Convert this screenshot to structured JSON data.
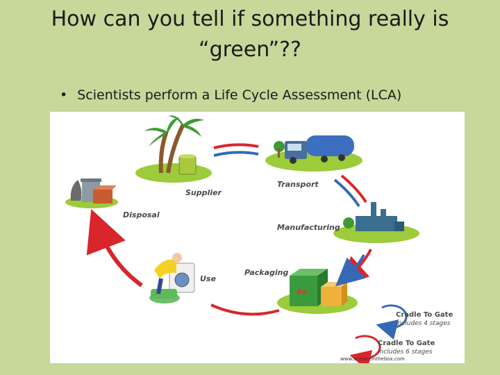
{
  "slide": {
    "title_line1": "How can you tell if something really is",
    "title_line2": "“green”??",
    "bullet": "Scientists perform a Life Cycle Assessment (LCA)",
    "bullet_symbol": "•"
  },
  "diagram": {
    "stages": {
      "supplier": "Supplier",
      "transport": "Transport",
      "manufacturing": "Manufacturing",
      "packaging": "Packaging",
      "use": "Use",
      "disposal": "Disposal"
    },
    "legend": {
      "gate_title": "Cradle To Gate",
      "gate_sub": "includes 4 stages",
      "grave_title": "Cradle To Gate",
      "grave_sub": "includes 6 stages"
    },
    "credit": "www.scienceinthebox.com",
    "colors": {
      "red": "#d8262c",
      "blue": "#3569b5",
      "label": "#4a4a4a",
      "ground": "#9ccb3b"
    }
  }
}
